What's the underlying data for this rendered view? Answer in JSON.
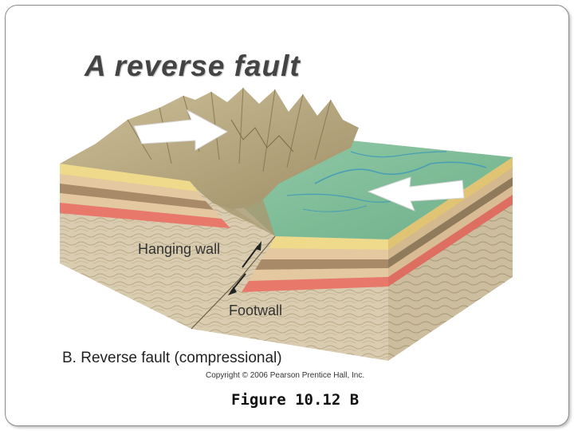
{
  "slide": {
    "title": "A reverse fault",
    "figure_label": "Figure 10.12 B"
  },
  "diagram": {
    "labels": {
      "hanging_wall": "Hanging wall",
      "footwall": "Footwall",
      "caption": "B. Reverse fault (compressional)",
      "copyright": "Copyright © 2006 Pearson Prentice Hall, Inc."
    },
    "colors": {
      "mountain": "#b9a983",
      "valley": "#7fbf9a",
      "river": "#4a9fb5",
      "rock": "#d9ccb0",
      "stripe_yellow": "#efd98a",
      "stripe_tan": "#e3c8a0",
      "stripe_brown": "#a88a68",
      "stripe_red": "#e8786a",
      "stripe_olive": "#9a9470",
      "arrow": "#ffffff"
    }
  }
}
